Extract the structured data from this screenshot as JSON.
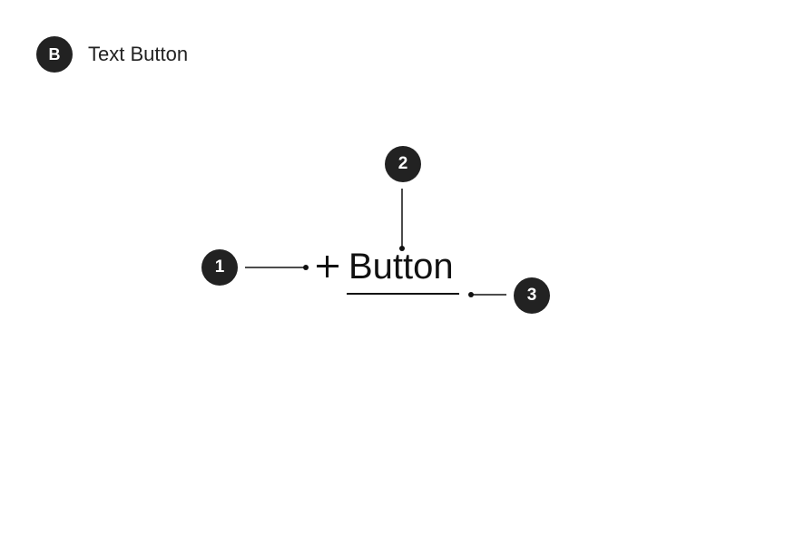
{
  "section": {
    "badge": "B",
    "title": "Text Button"
  },
  "button": {
    "label": "Button",
    "icon": "plus-icon"
  },
  "markers": [
    {
      "number": "1"
    },
    {
      "number": "2"
    },
    {
      "number": "3"
    }
  ],
  "colors": {
    "badge_bg": "#222222",
    "badge_text": "#ffffff",
    "ink": "#111111"
  }
}
